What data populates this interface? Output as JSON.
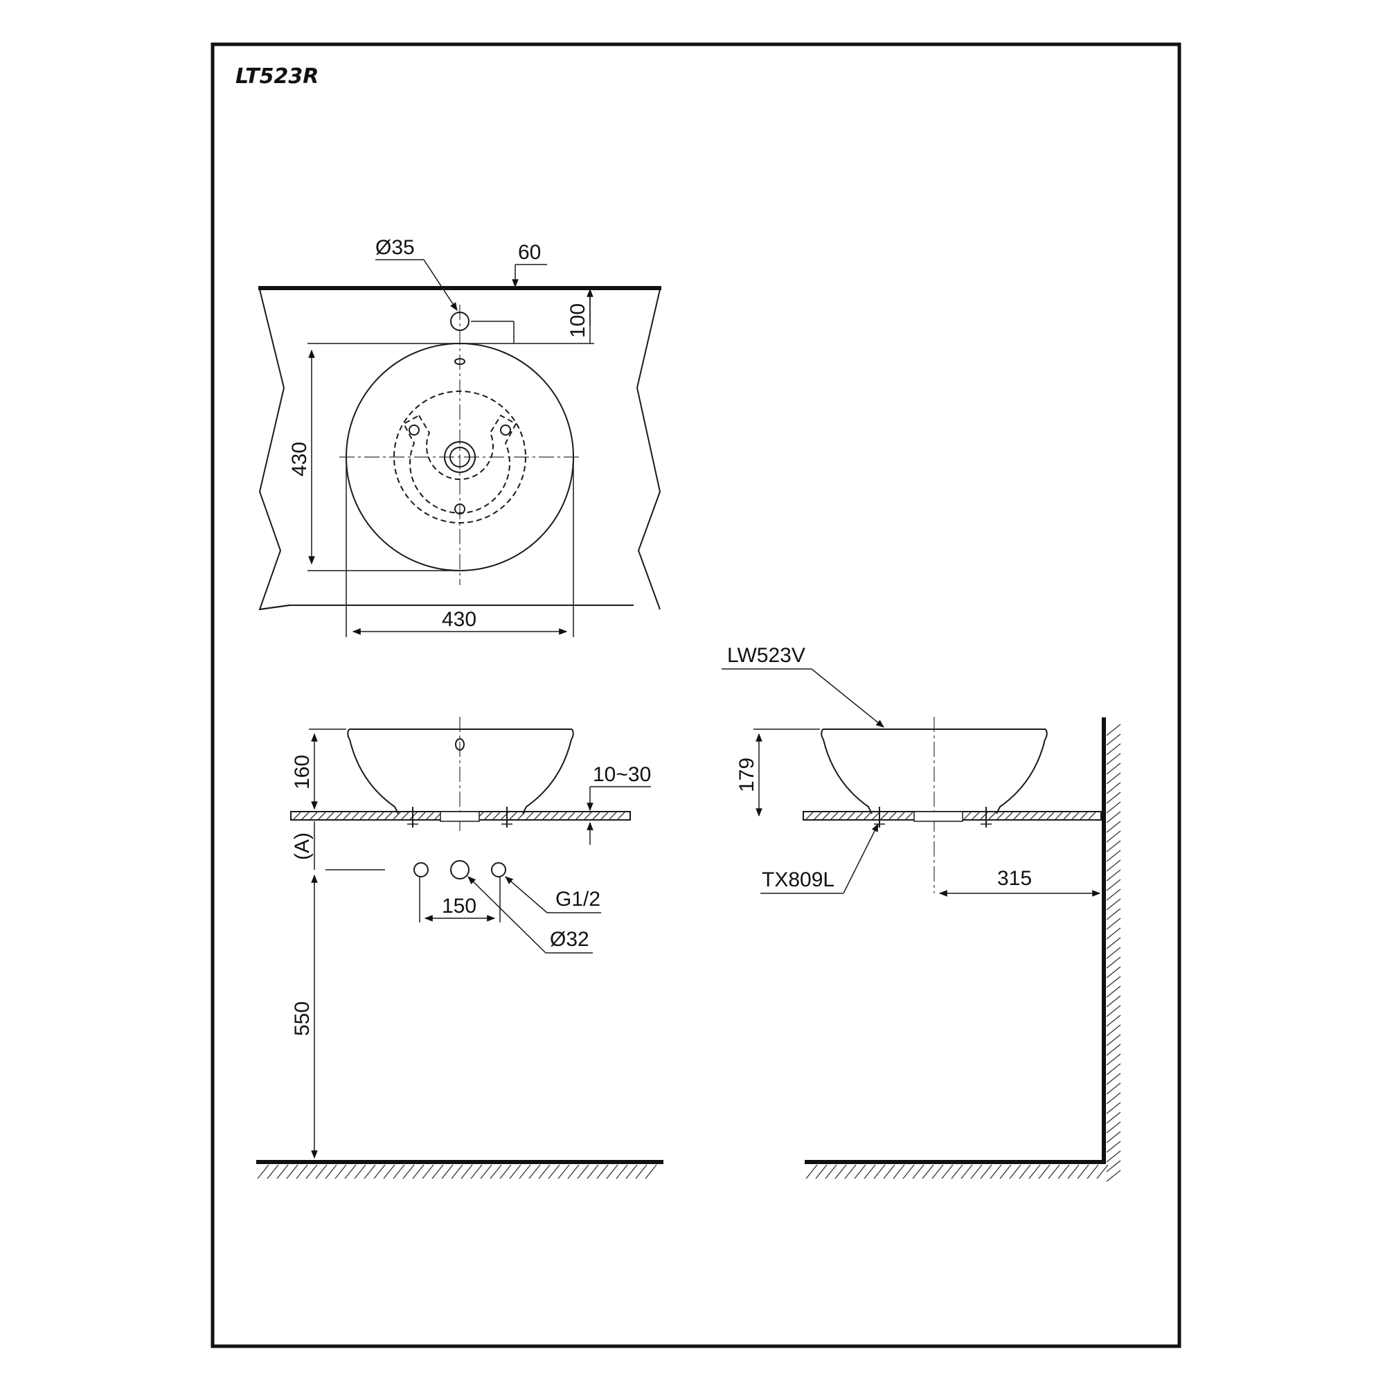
{
  "title": "LT523R",
  "labels": {
    "tap_hole": "Ø35",
    "deck_edge": "60",
    "hole_offset": "100",
    "basin_depth_plan": "430",
    "basin_width_plan": "430",
    "basin_height_front": "160",
    "counter_thickness": "10~30",
    "dim_a": "(A)",
    "supply_thread": "G1/2",
    "supply_spacing": "150",
    "drain_dia": "Ø32",
    "counter_height": "550",
    "bowl_model": "LW523V",
    "bowl_height_side": "179",
    "waste_model": "TX809L",
    "wall_distance": "315"
  }
}
